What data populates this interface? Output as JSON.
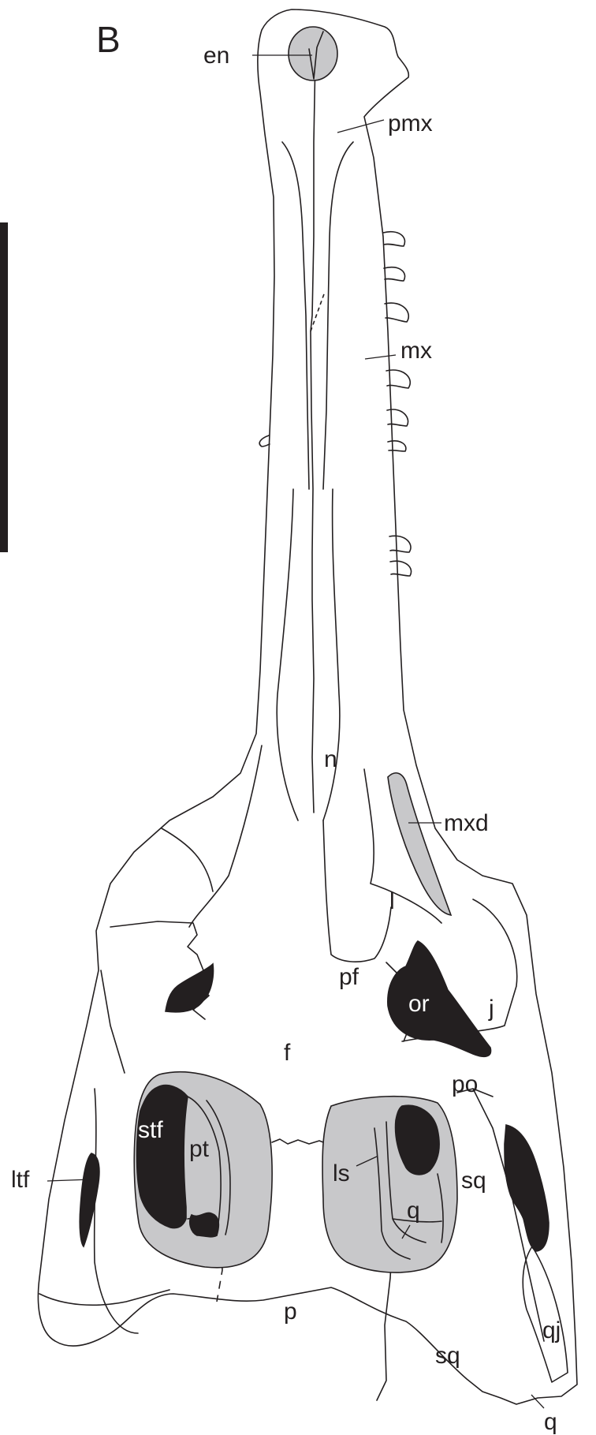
{
  "panel_label": "B",
  "colors": {
    "outline": "#231f20",
    "opening_dark": "#231f20",
    "fenestra_gray": "#c8c8ca",
    "background": "#ffffff"
  },
  "labels": {
    "en": "en",
    "pmx": "pmx",
    "mx": "mx",
    "n": "n",
    "mxd": "mxd",
    "l": "l",
    "pf": "pf",
    "or": "or",
    "j": "j",
    "f": "f",
    "po": "po",
    "stf": "stf",
    "pt": "pt",
    "ls": "ls",
    "q_fenestra": "q",
    "sq_upper": "sq",
    "ltf": "ltf",
    "p": "p",
    "qj": "qj",
    "sq_lower": "sq",
    "q_bottom": "q"
  }
}
